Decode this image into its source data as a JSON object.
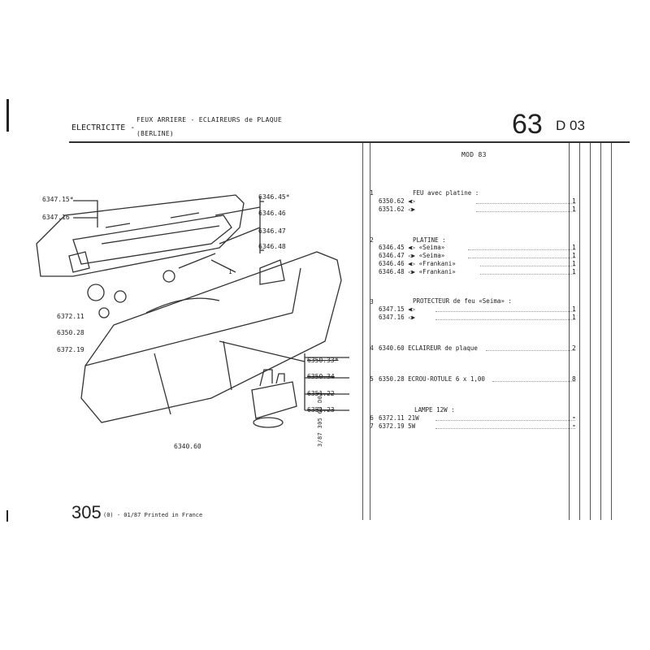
{
  "header": {
    "section": "ELECTRICITE -",
    "title_line1": "FEUX ARRIERE - ECLAIREURS de PLAQUE",
    "title_line2": "(BERLINE)",
    "group_number": "63",
    "sheet": "D 03"
  },
  "footer": {
    "model": "305",
    "edition": "(0) - 01/87 Printed in France",
    "vertical_ref": "3/87 305 63 D03"
  },
  "diagram": {
    "callouts_left": [
      "6347.15*",
      "6347.16",
      "6372.11",
      "6350.28",
      "6372.19",
      "6340.60"
    ],
    "callouts_right_top": [
      "6346.45*",
      "6346.46",
      "6346.47",
      "6346.48"
    ],
    "callouts_right_bottom": [
      "6350.33*",
      "6350.34",
      "6351.22",
      "6351.23"
    ],
    "ref_one": "1"
  },
  "parts": {
    "mod_note": "MOD 83",
    "groups": [
      {
        "num": "1",
        "title": "FEU avec platine :",
        "items": [
          {
            "ref": "6350.62",
            "side": "left",
            "desc": "",
            "qty": "1"
          },
          {
            "ref": "6351.62",
            "side": "right",
            "desc": "",
            "qty": "1"
          }
        ]
      },
      {
        "num": "2",
        "title": "PLATINE :",
        "items": [
          {
            "ref": "6346.45",
            "side": "left",
            "desc": "«Seima»",
            "qty": "1"
          },
          {
            "ref": "6346.47",
            "side": "right",
            "desc": "«Seima»",
            "qty": "1"
          },
          {
            "ref": "6346.46",
            "side": "left",
            "desc": "«Frankani»",
            "qty": "1"
          },
          {
            "ref": "6346.48",
            "side": "right",
            "desc": "«Frankani»",
            "qty": "1"
          }
        ]
      },
      {
        "num": "3",
        "title": "PROTECTEUR de feu «Seima» :",
        "items": [
          {
            "ref": "6347.15",
            "side": "left",
            "desc": "",
            "qty": "1"
          },
          {
            "ref": "6347.16",
            "side": "right",
            "desc": "",
            "qty": "1"
          }
        ]
      },
      {
        "num": "4",
        "line": "6340.60 ECLAIREUR de plaque",
        "qty": "2"
      },
      {
        "num": "5",
        "line": "6350.28 ECROU-ROTULE 6 x 1,00",
        "qty": "8"
      },
      {
        "title": "LAMPE 12W :",
        "items": [
          {
            "num": "6",
            "ref": "6372.11",
            "desc": "21W",
            "qty": "-"
          },
          {
            "num": "7",
            "ref": "6372.19",
            "desc": "5W",
            "qty": "-"
          }
        ]
      }
    ]
  }
}
